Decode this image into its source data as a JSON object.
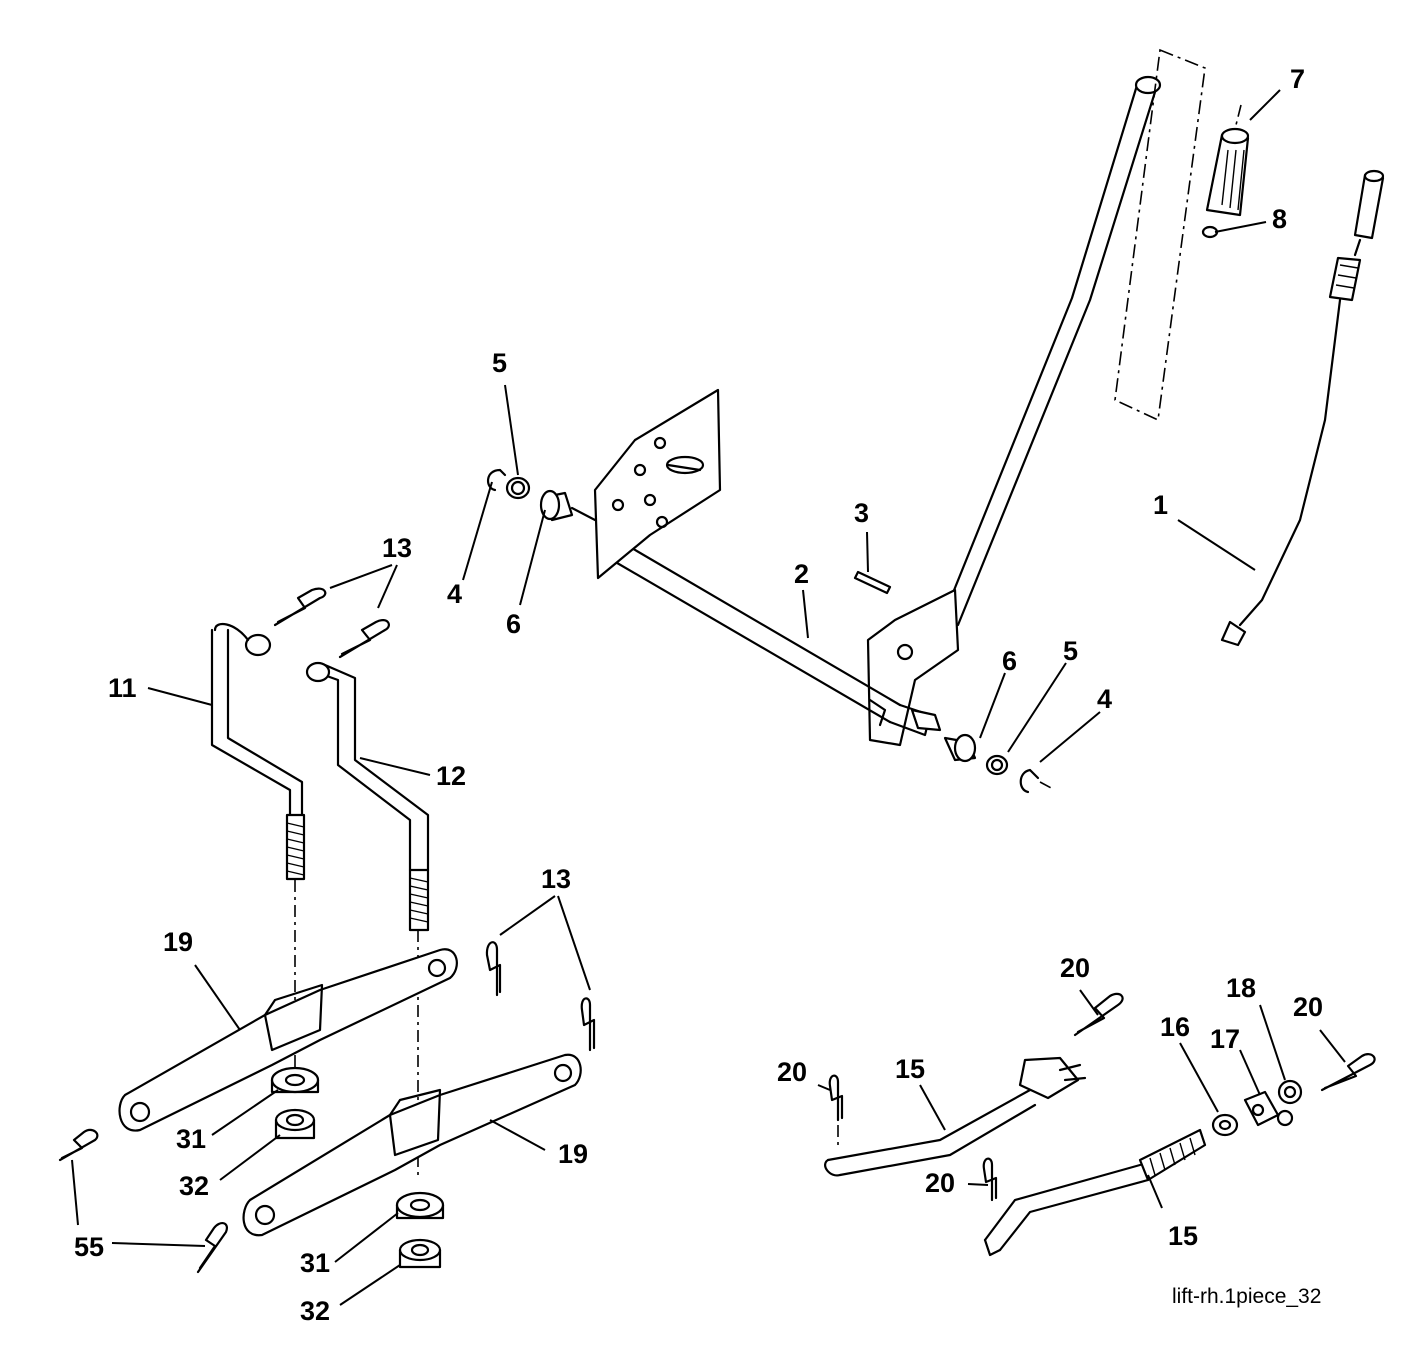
{
  "diagram": {
    "reference": "lift-rh.1piece_32",
    "callouts": [
      {
        "id": "c7",
        "text": "7"
      },
      {
        "id": "c8",
        "text": "8"
      },
      {
        "id": "c5a",
        "text": "5"
      },
      {
        "id": "c4a",
        "text": "4"
      },
      {
        "id": "c6a",
        "text": "6"
      },
      {
        "id": "c3",
        "text": "3"
      },
      {
        "id": "c2",
        "text": "2"
      },
      {
        "id": "c1",
        "text": "1"
      },
      {
        "id": "c13a",
        "text": "13"
      },
      {
        "id": "c11",
        "text": "11"
      },
      {
        "id": "c12",
        "text": "12"
      },
      {
        "id": "c6b",
        "text": "6"
      },
      {
        "id": "c5b",
        "text": "5"
      },
      {
        "id": "c4b",
        "text": "4"
      },
      {
        "id": "c13b",
        "text": "13"
      },
      {
        "id": "c19a",
        "text": "19"
      },
      {
        "id": "c19b",
        "text": "19"
      },
      {
        "id": "c31a",
        "text": "31"
      },
      {
        "id": "c32a",
        "text": "32"
      },
      {
        "id": "c31b",
        "text": "31"
      },
      {
        "id": "c32b",
        "text": "32"
      },
      {
        "id": "c55",
        "text": "55"
      },
      {
        "id": "c20a",
        "text": "20"
      },
      {
        "id": "c20b",
        "text": "20"
      },
      {
        "id": "c20c",
        "text": "20"
      },
      {
        "id": "c20d",
        "text": "20"
      },
      {
        "id": "c15a",
        "text": "15"
      },
      {
        "id": "c15b",
        "text": "15"
      },
      {
        "id": "c16",
        "text": "16"
      },
      {
        "id": "c17",
        "text": "17"
      },
      {
        "id": "c18",
        "text": "18"
      }
    ]
  }
}
